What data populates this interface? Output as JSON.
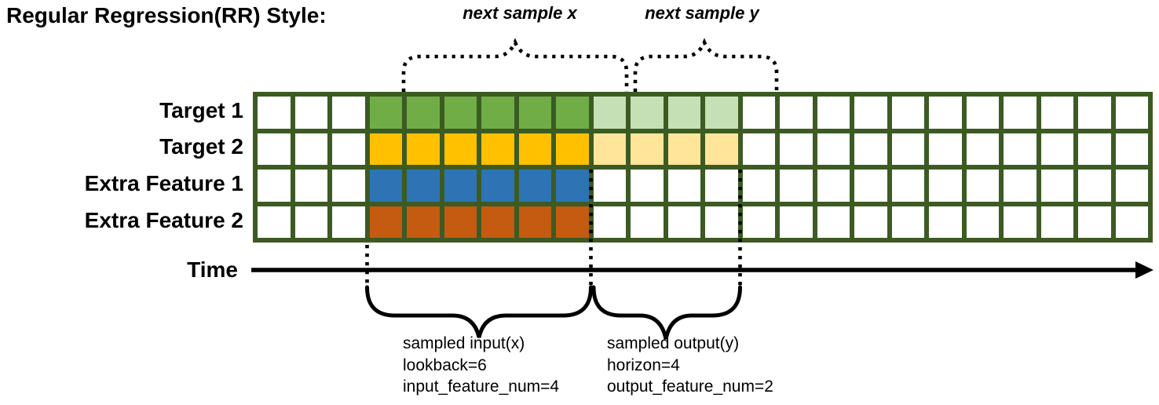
{
  "title": "Regular Regression(RR) Style:",
  "annotations": {
    "next_sample_x": "next sample x",
    "next_sample_y": "next sample y",
    "time_label": "Time",
    "input_lines": [
      "sampled input(x)",
      "lookback=6",
      "input_feature_num=4"
    ],
    "output_lines": [
      "sampled output(y)",
      "horizon=4",
      "output_feature_num=2"
    ]
  },
  "grid": {
    "columns": 24,
    "input_start_col": 4,
    "input_cols": 6,
    "output_cols": 4,
    "rows": [
      {
        "label": "Target 1",
        "input_color": "#70ad47",
        "output_color": "#c5e0b4",
        "has_output": true
      },
      {
        "label": "Target 2",
        "input_color": "#ffc000",
        "output_color": "#ffe599",
        "has_output": true
      },
      {
        "label": "Extra Feature 1",
        "input_color": "#2e74b5",
        "output_color": null,
        "has_output": false
      },
      {
        "label": "Extra Feature 2",
        "input_color": "#c55a11",
        "output_color": null,
        "has_output": false
      }
    ]
  },
  "colors": {
    "grid_border": "#3c5b23",
    "cell_empty": "#ffffff",
    "annotation": "#000000"
  },
  "sampling": {
    "lookback": 6,
    "horizon": 4,
    "input_feature_num": 4,
    "output_feature_num": 2
  }
}
